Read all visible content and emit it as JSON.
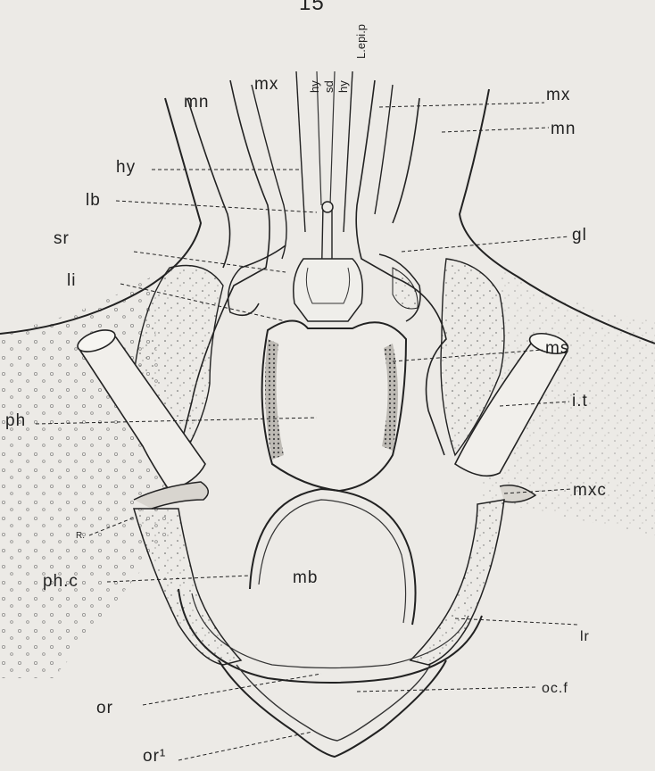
{
  "figure": {
    "number": "15",
    "labels": {
      "mn_left": "mn",
      "mx_left": "mx",
      "hy_top_left": "hy",
      "sd": "sd",
      "hy_top_right": "hy",
      "lepip": "L.epi.p",
      "mx_right": "mx",
      "mn_right": "mn",
      "hy": "hy",
      "lb": "lb",
      "sr": "sr",
      "li": "li",
      "gl": "gl",
      "ms": "ms",
      "it": "i.t",
      "ph": "ph",
      "mxc": "mxc",
      "r": "R.",
      "phc": "ph.c",
      "mb": "mb",
      "lr": "lr",
      "or": "or",
      "ocf": "oc.f",
      "or1": "or¹"
    }
  }
}
